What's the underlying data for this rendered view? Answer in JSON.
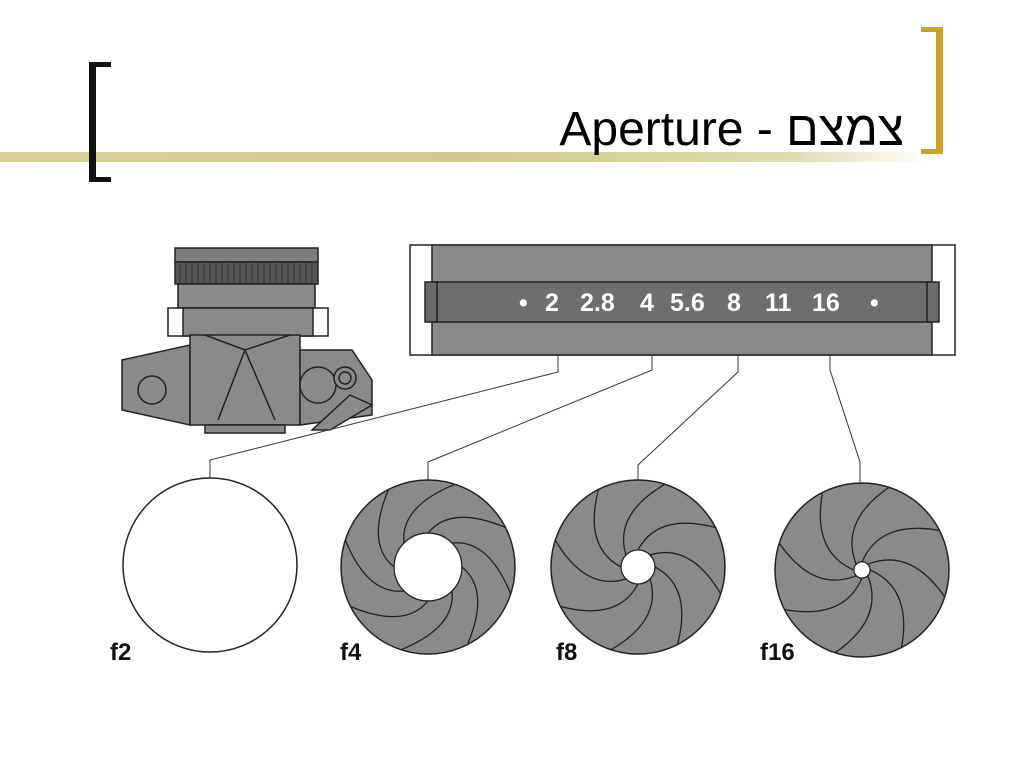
{
  "slide": {
    "title": "Aperture - צמצם",
    "colors": {
      "accent": "#c9a227",
      "bar": "#d6d29a",
      "metal": "#8a8a8a"
    }
  },
  "lens_ring": {
    "dot_left": "•",
    "dot_right": "•",
    "stops": [
      "2",
      "2.8",
      "4",
      "5.6",
      "8",
      "11",
      "16"
    ]
  },
  "apertures": [
    {
      "label": "f2",
      "opening": 1.0
    },
    {
      "label": "f4",
      "opening": 0.5
    },
    {
      "label": "f8",
      "opening": 0.25
    },
    {
      "label": "f16",
      "opening": 0.12
    }
  ]
}
